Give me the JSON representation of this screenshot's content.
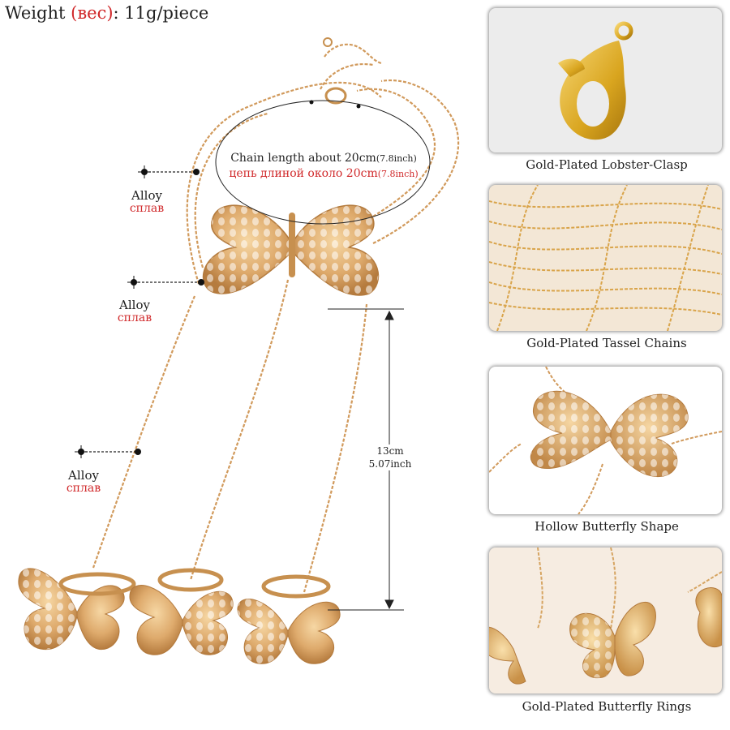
{
  "header": {
    "weight_label": "Weight",
    "weight_ru": "(вес)",
    "weight_value": ": 11g/piece"
  },
  "callouts": [
    {
      "en": "Alloy",
      "ru": "сплав"
    },
    {
      "en": "Alloy",
      "ru": "сплав"
    },
    {
      "en": "Alloy",
      "ru": "сплав"
    }
  ],
  "chain_note": {
    "en_prefix": "Chain length about 20cm",
    "en_suffix": "(7.8inch)",
    "ru_prefix": "цепь длиной около 20cm",
    "ru_suffix": "(7.8inch)"
  },
  "dimension": {
    "cm": "13cm",
    "inch": "5.07inch"
  },
  "detail_panels": [
    {
      "caption": "Gold-Plated Lobster-Clasp",
      "icon": "lobster-clasp-icon"
    },
    {
      "caption": "Gold-Plated Tassel Chains",
      "icon": "tassel-chains-icon"
    },
    {
      "caption": "Hollow Butterfly Shape",
      "icon": "butterfly-icon"
    },
    {
      "caption": "Gold-Plated Butterfly Rings",
      "icon": "butterfly-ring-icon"
    }
  ],
  "colors": {
    "gold": "#d9a466",
    "gold_dark": "#b37a3d",
    "accent_red": "#d0282a"
  }
}
